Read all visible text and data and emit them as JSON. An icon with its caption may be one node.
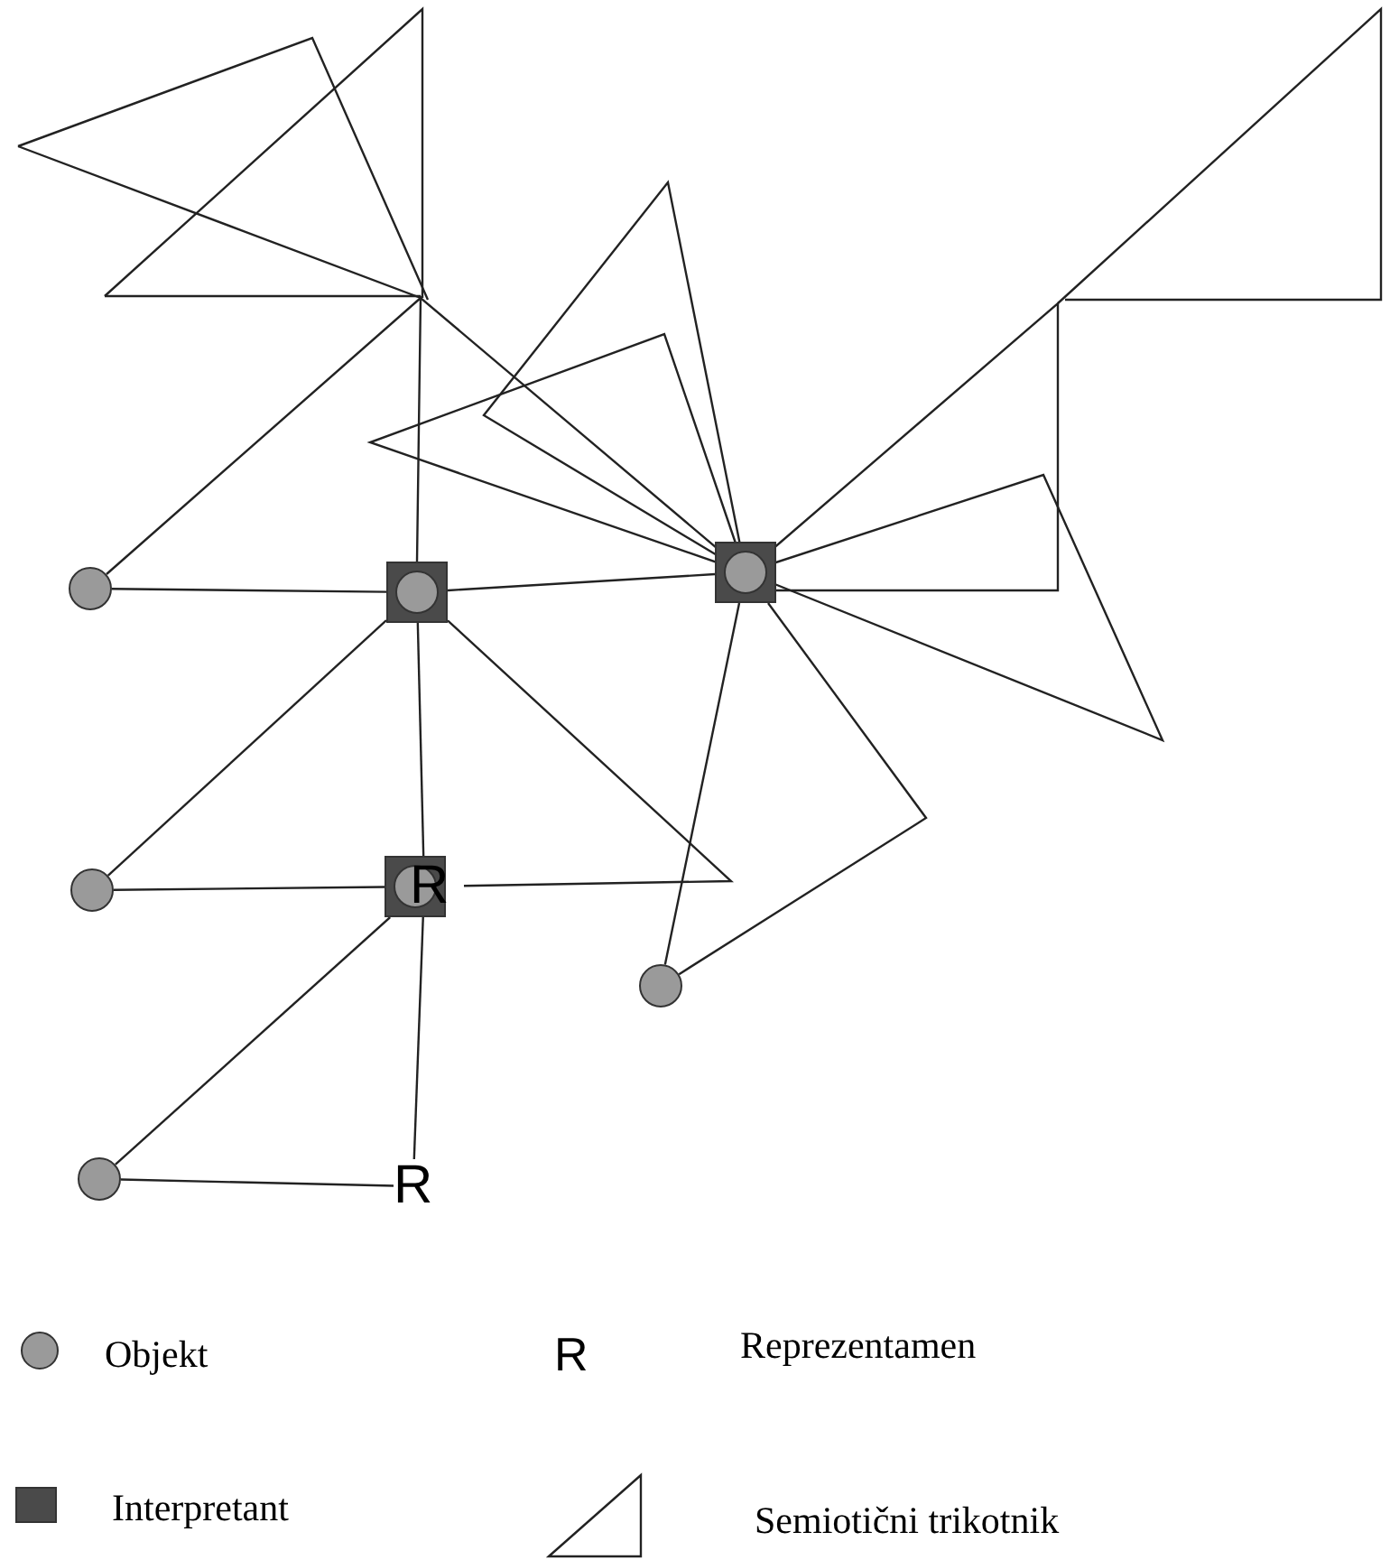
{
  "diagram": {
    "nodes": [
      {
        "text": [],
        "shape": "circle"
      },
      {
        "text": [],
        "shape": "box"
      },
      {
        "text": [],
        "shape": "circle"
      },
      {
        "text": [
          "R"
        ]
      },
      {
        "text": [
          "R"
        ]
      },
      {
        "text": [],
        "shape": "circle"
      },
      {
        "text": [],
        "shape": "box"
      },
      {
        "text": [],
        "shape": "circle"
      }
    ],
    "edges": [
      {
        "from": 0,
        "to": 1,
        "arrow": "none"
      },
      {
        "from": 1,
        "to": 6,
        "arrow": "none"
      },
      {
        "from": 1,
        "to": 3,
        "arrow": "none"
      },
      {
        "from": 3,
        "to": 4,
        "arrow": "none"
      },
      {
        "from": 2,
        "to": 1,
        "arrow": "none"
      },
      {
        "from": 2,
        "to": 3,
        "arrow": "none"
      },
      {
        "from": 5,
        "to": 3,
        "arrow": "none"
      },
      {
        "from": 5,
        "to": 4,
        "arrow": "none"
      },
      {
        "from": 7,
        "to": 6,
        "arrow": "none"
      },
      {
        "from": 1,
        "to": 3,
        "arrow": "none"
      },
      {
        "from": 6,
        "to": 7,
        "arrow": "none"
      }
    ],
    "labels": [
      "R"
    ],
    "legend": [
      {
        "text": "Objekt",
        "color": "#9a9a9a"
      },
      {
        "text": "Reprezentamen"
      },
      {
        "text": "Interpretant",
        "color": "#4a4a4a"
      },
      {
        "text": "Semiotični trikotnik"
      }
    ]
  }
}
